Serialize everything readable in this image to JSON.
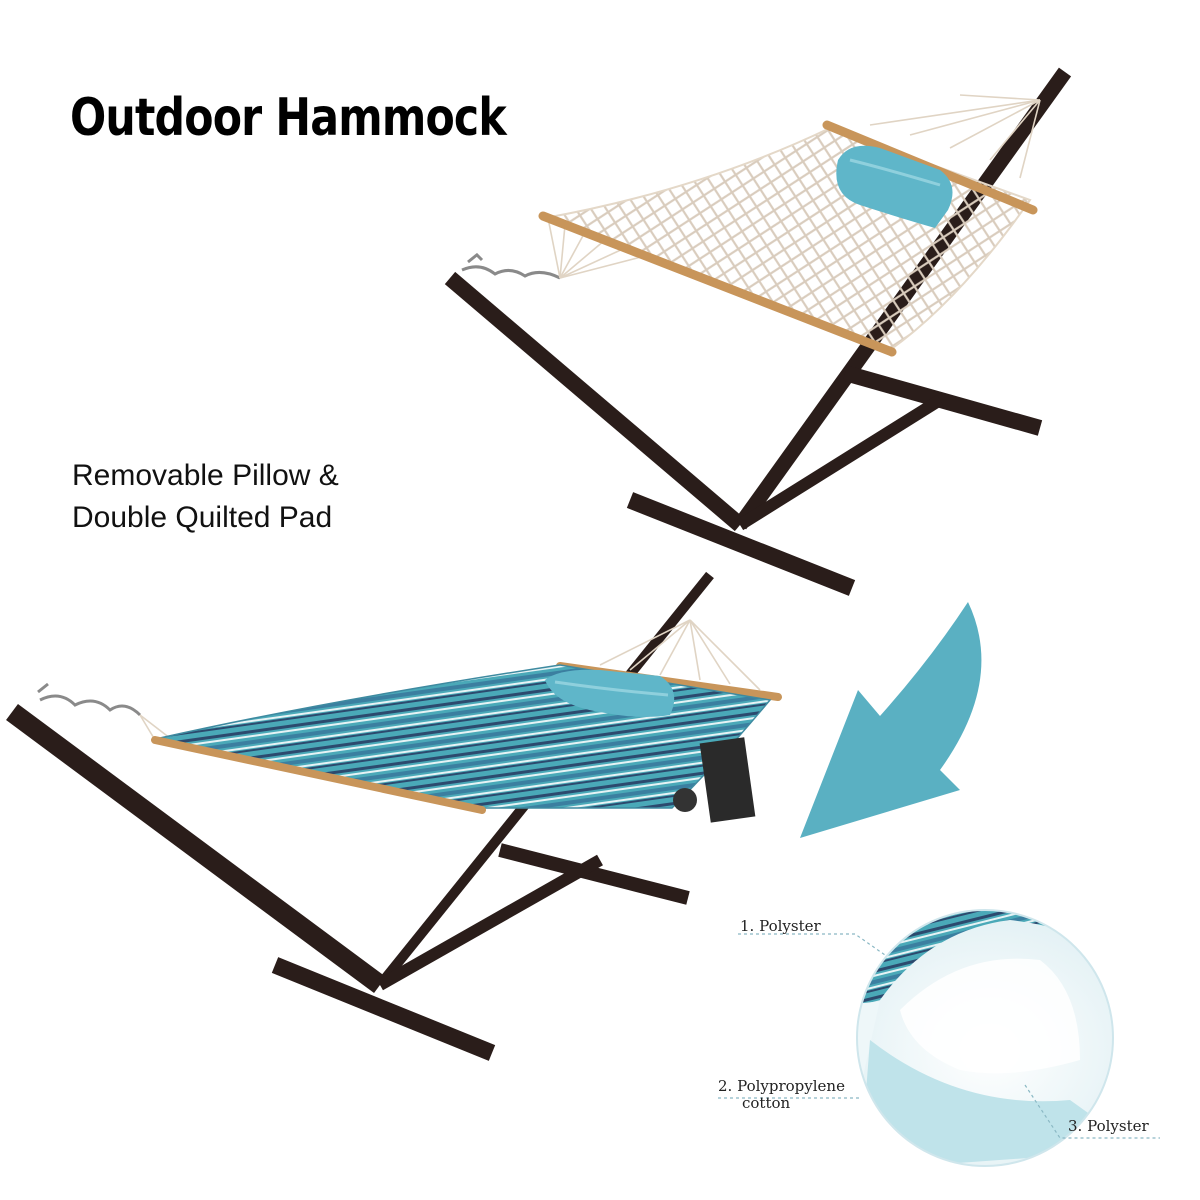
{
  "title": "Outdoor Hammock",
  "subtitle": {
    "line1": "Removable Pillow &",
    "line2": "Double Quilted Pad"
  },
  "layers": {
    "layer1": "1.  Polyster",
    "layer2_line1": "2.  Polypropylene",
    "layer2_line2": "cotton",
    "layer3": "3.  Polyster"
  },
  "colors": {
    "stand": "#2a1d1a",
    "rope": "#e8ddd0",
    "wood": "#c8955a",
    "pillow": "#5fb6c9",
    "arrow": "#5ab0c2",
    "stripe_teal": "#4aa9b8",
    "stripe_navy": "#2c4a6e"
  },
  "icons": [
    "curved-arrow-icon"
  ]
}
